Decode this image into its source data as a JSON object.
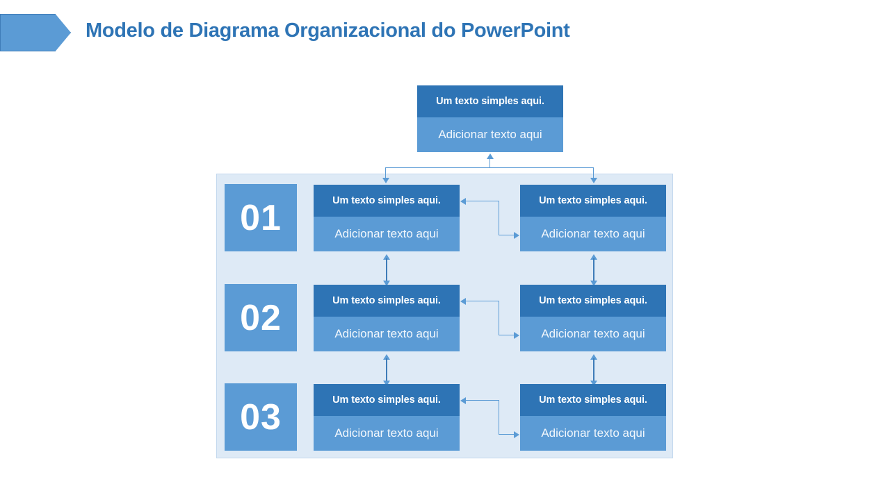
{
  "header": {
    "title": "Modelo de Diagrama Organizacional do PowerPoint",
    "arrow_shape": "pentagon-arrow-icon"
  },
  "colors": {
    "title_blue": "#2E74B5",
    "header_box_blue": "#2E74B5",
    "body_box_blue": "#5B9BD5",
    "panel_background": "#DEEAF6",
    "panel_border": "#C3D8EE",
    "connector_blue": "#5B9BD5",
    "text_white": "#FFFFFF"
  },
  "diagram": {
    "top_node": {
      "heading": "Um texto simples aqui.",
      "body": "Adicionar texto aqui"
    },
    "rows": [
      {
        "number": "01",
        "left": {
          "heading": "Um texto simples aqui.",
          "body": "Adicionar texto aqui"
        },
        "right": {
          "heading": "Um texto simples aqui.",
          "body": "Adicionar texto aqui"
        }
      },
      {
        "number": "02",
        "left": {
          "heading": "Um texto simples aqui.",
          "body": "Adicionar texto aqui"
        },
        "right": {
          "heading": "Um texto simples aqui.",
          "body": "Adicionar texto aqui"
        }
      },
      {
        "number": "03",
        "left": {
          "heading": "Um texto simples aqui.",
          "body": "Adicionar texto aqui"
        },
        "right": {
          "heading": "Um texto simples aqui.",
          "body": "Adicionar texto aqui"
        }
      }
    ]
  }
}
